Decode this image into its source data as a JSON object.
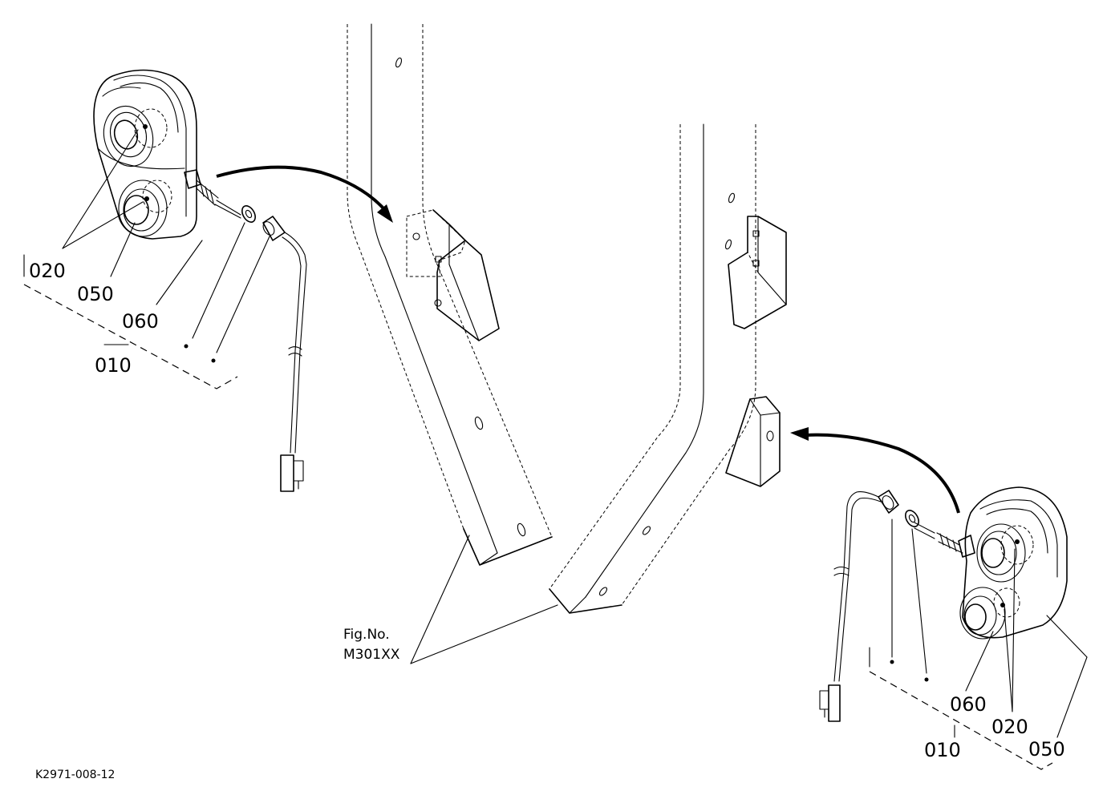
{
  "callouts_left": {
    "c020": "020",
    "c050": "050",
    "c060": "060",
    "c010": "010"
  },
  "callouts_right": {
    "c060": "060",
    "c020": "020",
    "c050": "050",
    "c010": "010"
  },
  "figure_reference": {
    "line1": "Fig.No.",
    "line2": "M301XX"
  },
  "drawing_code": "K2971-008-12"
}
